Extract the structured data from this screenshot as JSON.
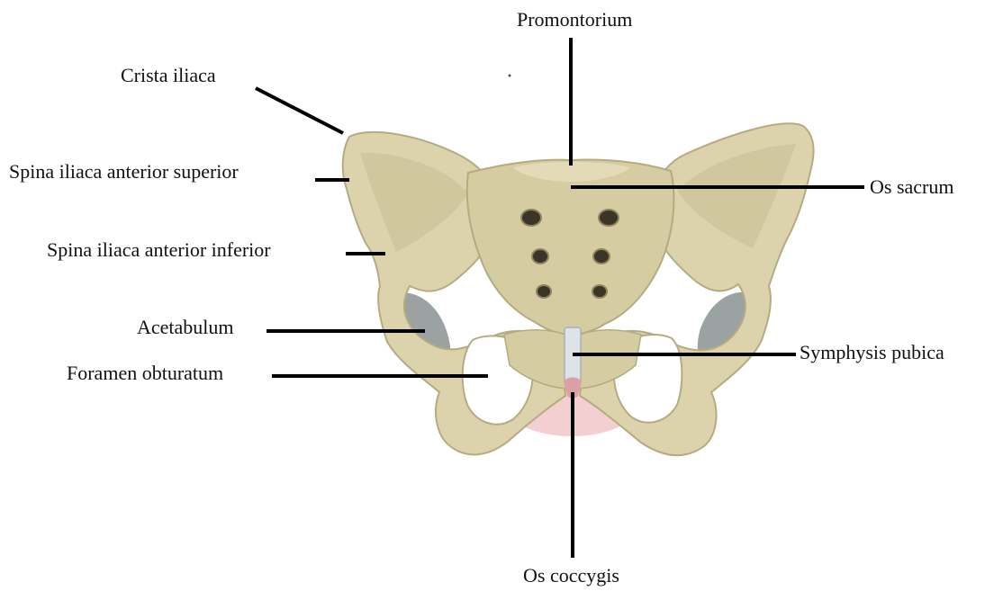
{
  "labels": {
    "promontorium": "Promontorium",
    "crista_iliaca": "Crista iliaca",
    "spina_iliaca_anterior_superior": "Spina iliaca anterior superior",
    "spina_iliaca_anterior_inferior": "Spina iliaca anterior inferior",
    "acetabulum": "Acetabulum",
    "foramen_obturatum": "Foramen obturatum",
    "os_sacrum": "Os sacrum",
    "symphysis_pubica": "Symphysis pubica",
    "os_coccygis": "Os coccygis"
  },
  "colors": {
    "bone": "#dcd3ad",
    "bone_shadow": "#b5ab82",
    "bone_dark": "#8f8660",
    "cartilage": "#dde3e6",
    "soft_tissue": "#f0c8cc",
    "leader_line": "#000000"
  }
}
